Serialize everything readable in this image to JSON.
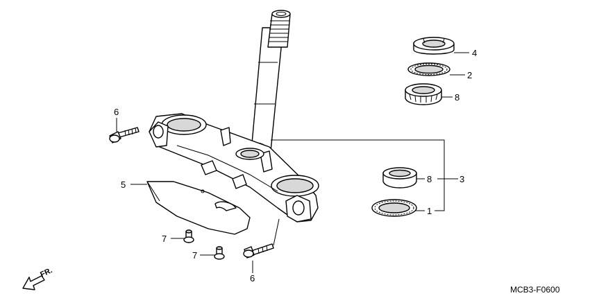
{
  "diagram": {
    "callouts": {
      "c4": "4",
      "c2": "2",
      "c8a": "8",
      "c6a": "6",
      "c8b": "8",
      "c3": "3",
      "c5": "5",
      "c1": "1",
      "c7a": "7",
      "c7b": "7",
      "c6b": "6"
    },
    "direction_label": "FR.",
    "figure_code": "MCB3-F0600"
  }
}
